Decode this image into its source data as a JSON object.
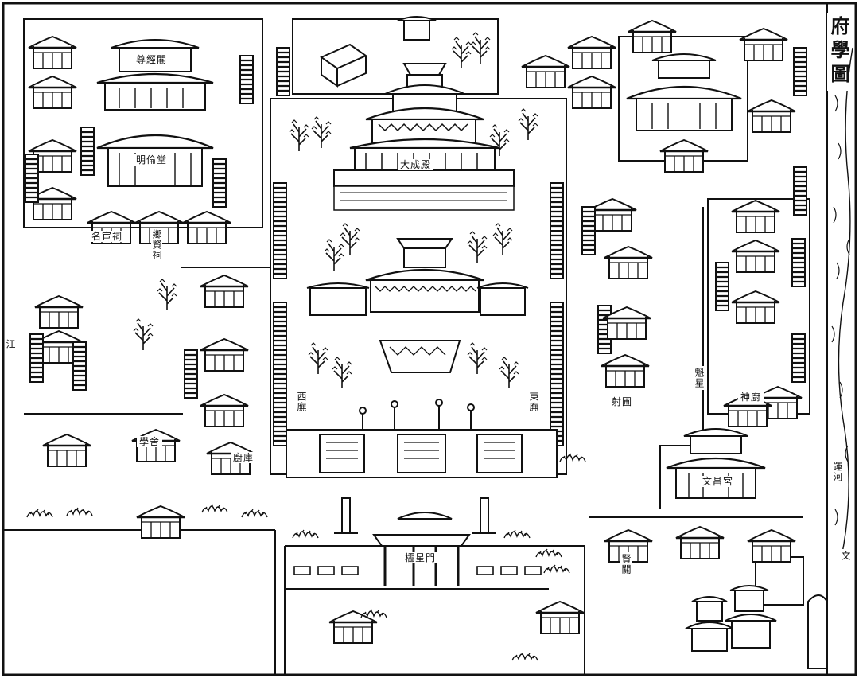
{
  "map": {
    "title": "府學圖",
    "labels": {
      "river": "運河",
      "side_river_text": "江",
      "right_bottom": "文",
      "left_hall": "明倫堂",
      "left_top_hall": "尊經閣",
      "left_gate": "名宦祠",
      "left_gate2": "鄉賢祠",
      "left_lower": "學舍",
      "left_lower2": "廚庫",
      "center_east": "東廡",
      "center_west": "西廡",
      "right_hall": "文昌宮",
      "right_gate": "賢關",
      "right_small": "射圃",
      "right_tower": "魁星",
      "bottom_gate": "櫺星門",
      "mid_right": "神廚",
      "center_hall": "大成殿"
    }
  }
}
